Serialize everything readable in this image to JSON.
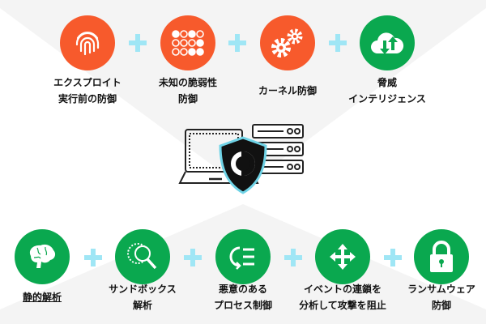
{
  "colors": {
    "orange": "#f75a2c",
    "green": "#0aa84f",
    "plus": "#9fe6f5",
    "shield_outline": "#6fd3e6"
  },
  "top_row": [
    {
      "icon": "fingerprint-icon",
      "lines": [
        "エクスプロイト",
        "実行前の防御"
      ]
    },
    {
      "icon": "dot-grid-icon",
      "lines": [
        "未知の脆弱性",
        "防御"
      ]
    },
    {
      "icon": "gears-icon",
      "lines": [
        "カーネル防御"
      ]
    },
    {
      "icon": "cloud-sync-icon",
      "lines": [
        "脅威",
        "インテリジェンス"
      ]
    }
  ],
  "bottom_row": [
    {
      "icon": "brain-icon",
      "lines": [
        "静的解析"
      ]
    },
    {
      "icon": "globe-search-icon",
      "lines": [
        "サンドボックス",
        "解析"
      ]
    },
    {
      "icon": "process-control-icon",
      "lines": [
        "悪意のある",
        "プロセス制御"
      ]
    },
    {
      "icon": "arrows-move-icon",
      "lines": [
        "イベントの連鎖を",
        "分析して攻撃を阻止"
      ]
    },
    {
      "icon": "padlock-icon",
      "lines": [
        "ランサムウェア",
        "防御"
      ]
    }
  ]
}
